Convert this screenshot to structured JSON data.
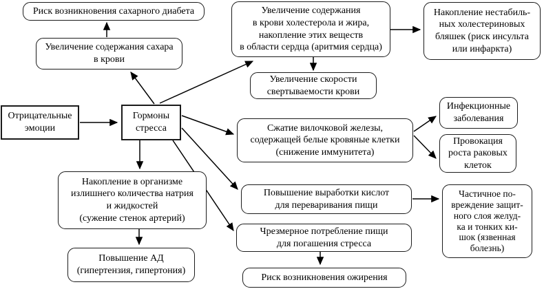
{
  "colors": {
    "background": "#ffffff",
    "box_border": "#1a1a1a",
    "text": "#000000",
    "arrow": "#000000"
  },
  "nodes": {
    "risk_diabetes": {
      "text": "Риск возникновения сахарного диабета"
    },
    "sugar": {
      "text": "Увеличение содержания сахара\nв крови"
    },
    "cholesterol": {
      "text": "Увеличение содержания\nв крови холестерола и жира,\nнакопление этих веществ\nв области сердца (аритмия сердца)"
    },
    "plaques": {
      "text": "Накопление нестабиль-\nных холестериновых\nбляшек (риск инсульта\nили инфаркта)"
    },
    "clotting": {
      "text": "Увеличение скорости\nсвертываемости крови"
    },
    "emotions": {
      "text": "Отрицательные\nэмоции"
    },
    "hormones": {
      "text": "Гормоны\nстресса"
    },
    "thymus": {
      "text": "Сжатие вилочковой железы,\nсодержащей белые кровяные клетки\n(снижение иммунитета)"
    },
    "infections": {
      "text": "Инфекционные\nзаболевания"
    },
    "cancer": {
      "text": "Провокация\nроста раковых\nклеток"
    },
    "acids": {
      "text": "Повышение выработки кислот\nдля переваривания пищи"
    },
    "stomach": {
      "text": "Частичное по-\nвреждение защит-\nного слоя желуд-\nка и тонких ки-\nшок (язвенная\nболезнь)"
    },
    "overeating": {
      "text": "Чрезмерное потребление пищи\nдля погашения стресса"
    },
    "obesity": {
      "text": "Риск возникновения ожирения"
    },
    "sodium": {
      "text": "Накопление в организме\nизлишнего количества натрия\nи жидкостей\n(сужение стенок артерий)"
    },
    "pressure": {
      "text": "Повышение АД\n(гипертензия, гипертония)"
    }
  },
  "edges": [
    {
      "from": "emotions",
      "to": "hormones"
    },
    {
      "from": "hormones",
      "to": "sugar"
    },
    {
      "from": "hormones",
      "to": "cholesterol"
    },
    {
      "from": "hormones",
      "to": "thymus"
    },
    {
      "from": "hormones",
      "to": "acids"
    },
    {
      "from": "hormones",
      "to": "overeating"
    },
    {
      "from": "hormones",
      "to": "sodium"
    },
    {
      "from": "sugar",
      "to": "risk_diabetes"
    },
    {
      "from": "cholesterol",
      "to": "plaques"
    },
    {
      "from": "cholesterol",
      "to": "clotting"
    },
    {
      "from": "thymus",
      "to": "infections"
    },
    {
      "from": "thymus",
      "to": "cancer"
    },
    {
      "from": "acids",
      "to": "stomach"
    },
    {
      "from": "overeating",
      "to": "obesity"
    },
    {
      "from": "sodium",
      "to": "pressure"
    }
  ]
}
